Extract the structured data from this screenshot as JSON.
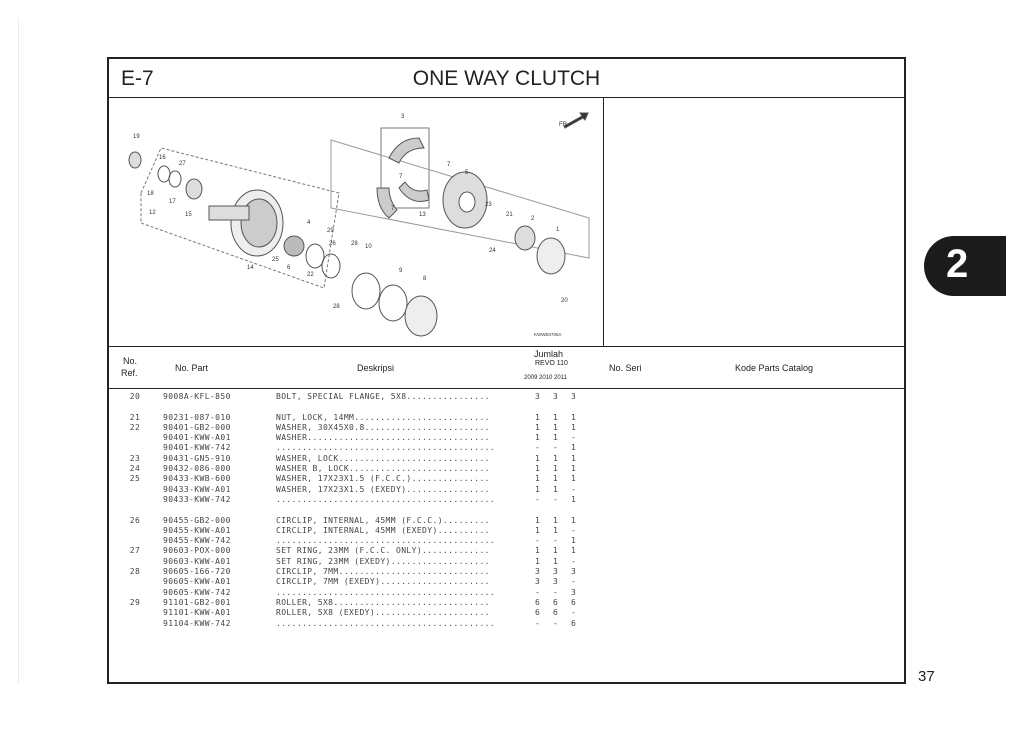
{
  "header": {
    "code": "E-7",
    "title": "ONE WAY CLUTCH"
  },
  "diagram": {
    "fr_label": "FR.",
    "image_code": "KWWE0706A",
    "callouts": [
      "19",
      "16",
      "27",
      "18",
      "17",
      "12",
      "15",
      "14",
      "3",
      "7",
      "5",
      "13",
      "23",
      "21",
      "2",
      "1",
      "4",
      "29",
      "26",
      "28",
      "10",
      "25",
      "6",
      "22",
      "9",
      "8",
      "24",
      "20",
      "28",
      "7",
      "7"
    ]
  },
  "table": {
    "col_ref_1": "No.",
    "col_ref_2": "Ref.",
    "col_part": "No. Part",
    "col_desc": "Deskripsi",
    "col_qty": "Jumlah",
    "col_qty_model": "REVO 110",
    "col_years": "2009  2010  2011",
    "col_serial": "No. Seri",
    "col_catalog": "Kode Parts Catalog"
  },
  "rows": [
    {
      "ref": "20",
      "part": "9008A-KFL-850",
      "desc": "BOLT, SPECIAL FLANGE, 5X8................",
      "q1": "3",
      "q2": "3",
      "q3": "3"
    },
    {
      "ref": "",
      "part": "",
      "desc": "",
      "q1": "",
      "q2": "",
      "q3": ""
    },
    {
      "ref": "21",
      "part": "90231-087-010",
      "desc": "NUT, LOCK, 14MM..........................",
      "q1": "1",
      "q2": "1",
      "q3": "1"
    },
    {
      "ref": "22",
      "part": "90401-GB2-000",
      "desc": "WASHER, 30X45X0.8........................",
      "q1": "1",
      "q2": "1",
      "q3": "1"
    },
    {
      "ref": "",
      "part": "90401-KWW-A01",
      "desc": "WASHER...................................",
      "q1": "1",
      "q2": "1",
      "q3": "-"
    },
    {
      "ref": "",
      "part": "90401-KWW-742",
      "desc": "..........................................",
      "q1": "-",
      "q2": "-",
      "q3": "1"
    },
    {
      "ref": "23",
      "part": "90431-GN5-910",
      "desc": "WASHER, LOCK.............................",
      "q1": "1",
      "q2": "1",
      "q3": "1"
    },
    {
      "ref": "24",
      "part": "90432-086-000",
      "desc": "WASHER B, LOCK...........................",
      "q1": "1",
      "q2": "1",
      "q3": "1"
    },
    {
      "ref": "25",
      "part": "90433-KWB-600",
      "desc": "WASHER, 17X23X1.5 (F.C.C.)...............",
      "q1": "1",
      "q2": "1",
      "q3": "1"
    },
    {
      "ref": "",
      "part": "90433-KWW-A01",
      "desc": "WASHER, 17X23X1.5 (EXEDY)................",
      "q1": "1",
      "q2": "1",
      "q3": "-"
    },
    {
      "ref": "",
      "part": "90433-KWW-742",
      "desc": "..........................................",
      "q1": "-",
      "q2": "-",
      "q3": "1"
    },
    {
      "ref": "",
      "part": "",
      "desc": "",
      "q1": "",
      "q2": "",
      "q3": ""
    },
    {
      "ref": "26",
      "part": "90455-GB2-000",
      "desc": "CIRCLIP, INTERNAL, 45MM (F.C.C.).........",
      "q1": "1",
      "q2": "1",
      "q3": "1"
    },
    {
      "ref": "",
      "part": "90455-KWW-A01",
      "desc": "CIRCLIP, INTERNAL, 45MM (EXEDY)..........",
      "q1": "1",
      "q2": "1",
      "q3": "-"
    },
    {
      "ref": "",
      "part": "90455-KWW-742",
      "desc": "..........................................",
      "q1": "-",
      "q2": "-",
      "q3": "1"
    },
    {
      "ref": "27",
      "part": "90603-POX-000",
      "desc": "SET RING, 23MM (F.C.C. ONLY).............",
      "q1": "1",
      "q2": "1",
      "q3": "1"
    },
    {
      "ref": "",
      "part": "90603-KWW-A01",
      "desc": "SET RING, 23MM (EXEDY)...................",
      "q1": "1",
      "q2": "1",
      "q3": "-"
    },
    {
      "ref": "28",
      "part": "90605-166-720",
      "desc": "CIRCLIP, 7MM.............................",
      "q1": "3",
      "q2": "3",
      "q3": "3"
    },
    {
      "ref": "",
      "part": "90605-KWW-A01",
      "desc": "CIRCLIP, 7MM (EXEDY).....................",
      "q1": "3",
      "q2": "3",
      "q3": "-"
    },
    {
      "ref": "",
      "part": "90605-KWW-742",
      "desc": "..........................................",
      "q1": "-",
      "q2": "-",
      "q3": "3"
    },
    {
      "ref": "29",
      "part": "91101-GB2-001",
      "desc": "ROLLER, 5X8..............................",
      "q1": "6",
      "q2": "6",
      "q3": "6"
    },
    {
      "ref": "",
      "part": "91101-KWW-A01",
      "desc": "ROLLER, 5X8 (EXEDY)......................",
      "q1": "6",
      "q2": "6",
      "q3": "-"
    },
    {
      "ref": "",
      "part": "91104-KWW-742",
      "desc": "..........................................",
      "q1": "-",
      "q2": "-",
      "q3": "6"
    }
  ],
  "side_tab": "2",
  "page_number": "37"
}
